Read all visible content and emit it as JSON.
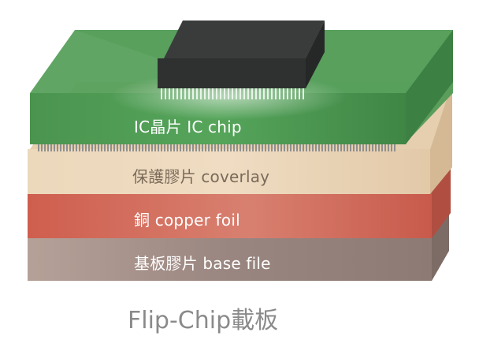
{
  "layers": {
    "ic_chip": {
      "label": "IC晶片 IC chip",
      "color": "#4e9a55"
    },
    "coverlay": {
      "label": "保護膠片 coverlay",
      "color": "#e9d2b3"
    },
    "copper_foil": {
      "label": "銅 copper foil",
      "color": "#d36a5a"
    },
    "base_film": {
      "label": "基板膠片 base file",
      "color": "#a8948b"
    }
  },
  "chip": {
    "color": "#2f3131"
  },
  "caption": "Flip-Chip載板"
}
